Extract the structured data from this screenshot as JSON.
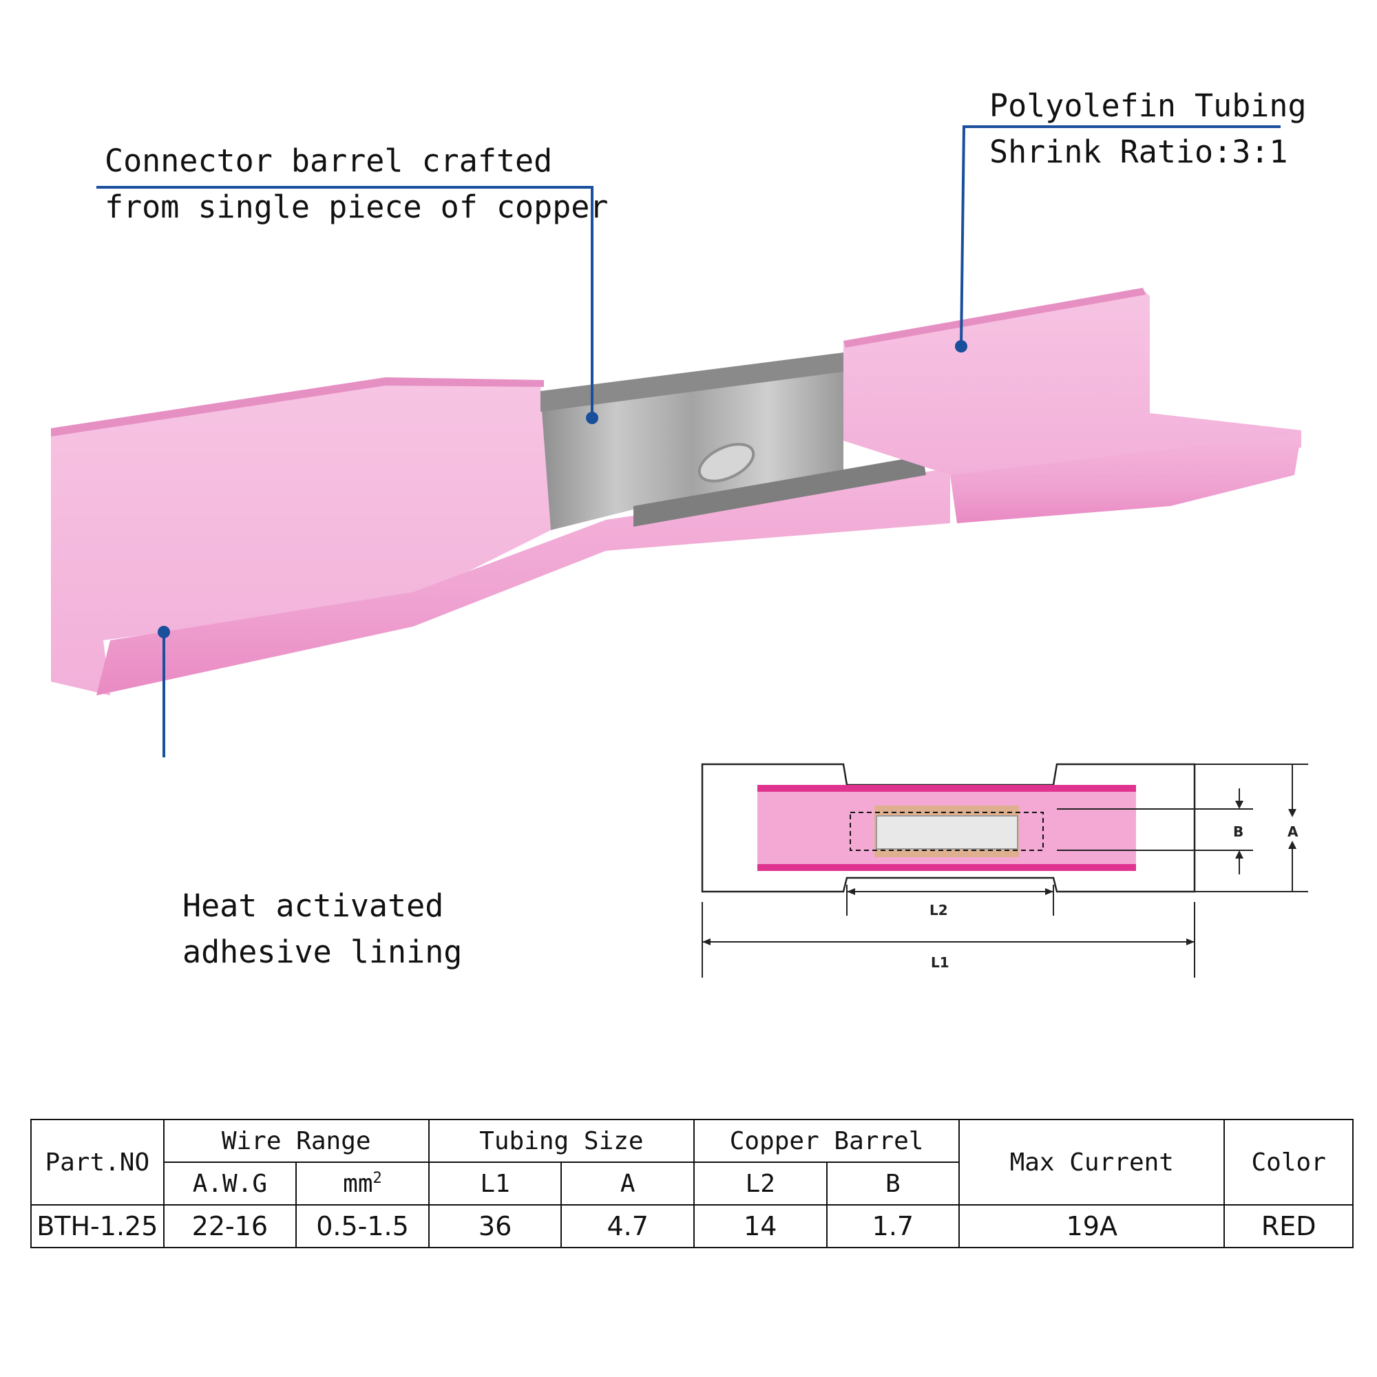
{
  "callouts": {
    "barrel": {
      "line1": "Connector barrel crafted",
      "line2": "from single piece of copper"
    },
    "tubing": {
      "line1": "Polyolefin Tubing",
      "line2": "Shrink Ratio:3:1"
    },
    "adhesive": {
      "line1": "Heat activated",
      "line2": "adhesive lining"
    }
  },
  "dimension_diagram": {
    "labels": {
      "l1": "L1",
      "l2": "L2",
      "a": "A",
      "b": "B"
    }
  },
  "colors": {
    "callout_line": "#1a4f9c",
    "tube_pink": "#f0a8d4",
    "tube_dark": "#e07bb8",
    "copper": "#d9a784",
    "silver": "#b5b5b5"
  },
  "spec_table": {
    "headers": {
      "part_no": "Part.NO",
      "wire_range": "Wire Range",
      "awg": "A.W.G",
      "mm2": "mm",
      "mm2_sup": "2",
      "tubing_size": "Tubing Size",
      "l1": "L1",
      "a": "A",
      "copper_barrel": "Copper Barrel",
      "l2": "L2",
      "b": "B",
      "max_current": "Max Current",
      "color": "Color"
    },
    "row": {
      "part_no": "BTH-1.25",
      "awg": "22-16",
      "mm2": "0.5-1.5",
      "l1": "36",
      "a": "4.7",
      "l2": "14",
      "b": "1.7",
      "max_current": "19A",
      "color": "RED"
    }
  }
}
